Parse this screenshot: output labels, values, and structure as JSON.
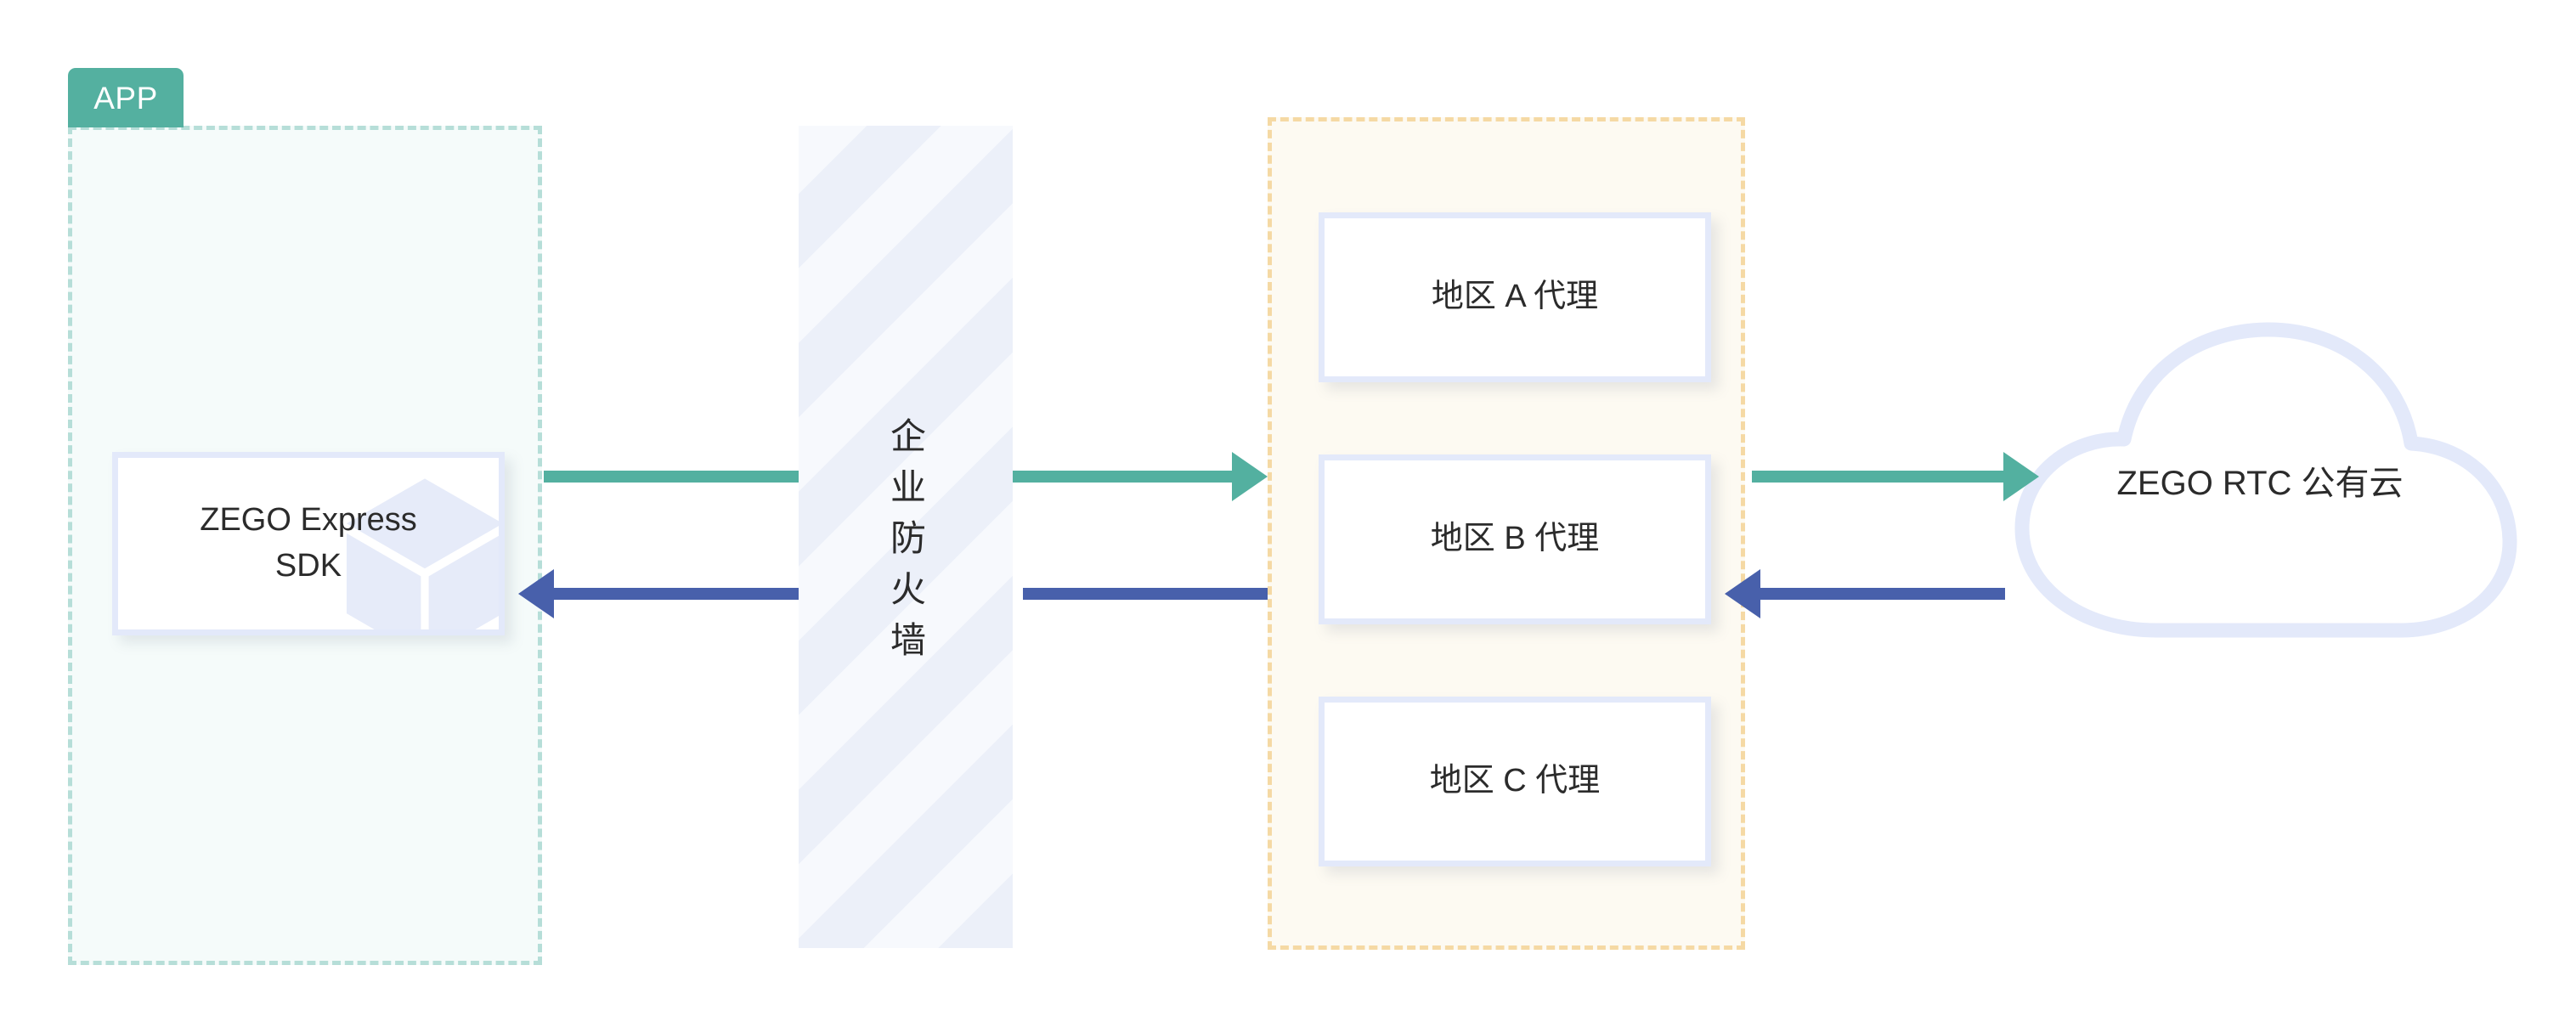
{
  "diagram": {
    "app_zone": {
      "tab_label": "APP"
    },
    "sdk": {
      "label": "ZEGO Express\nSDK",
      "watermark_icon": "cube-3d-icon"
    },
    "firewall": {
      "label": "企业防火墙"
    },
    "proxy_zone": {
      "proxies": [
        {
          "label": "地区 A 代理"
        },
        {
          "label": "地区 B 代理"
        },
        {
          "label": "地区 C 代理"
        }
      ]
    },
    "cloud": {
      "label": "ZEGO RTC 公有云"
    },
    "flows": {
      "uplink": {
        "direction": "right",
        "color": "#53b0a0"
      },
      "downlink": {
        "direction": "left",
        "color": "#4860ab"
      }
    },
    "colors": {
      "teal": "#54b0a0",
      "teal_zone_border": "#b6ded8",
      "teal_zone_fill": "#f5fbfa",
      "orange_zone_border": "#f5d9a4",
      "orange_zone_fill": "#fdfaf2",
      "card_border": "#e3e9fa",
      "blue": "#4860ab",
      "firewall_stripe": "#ecf0f9",
      "text": "#2b2b2b"
    }
  }
}
